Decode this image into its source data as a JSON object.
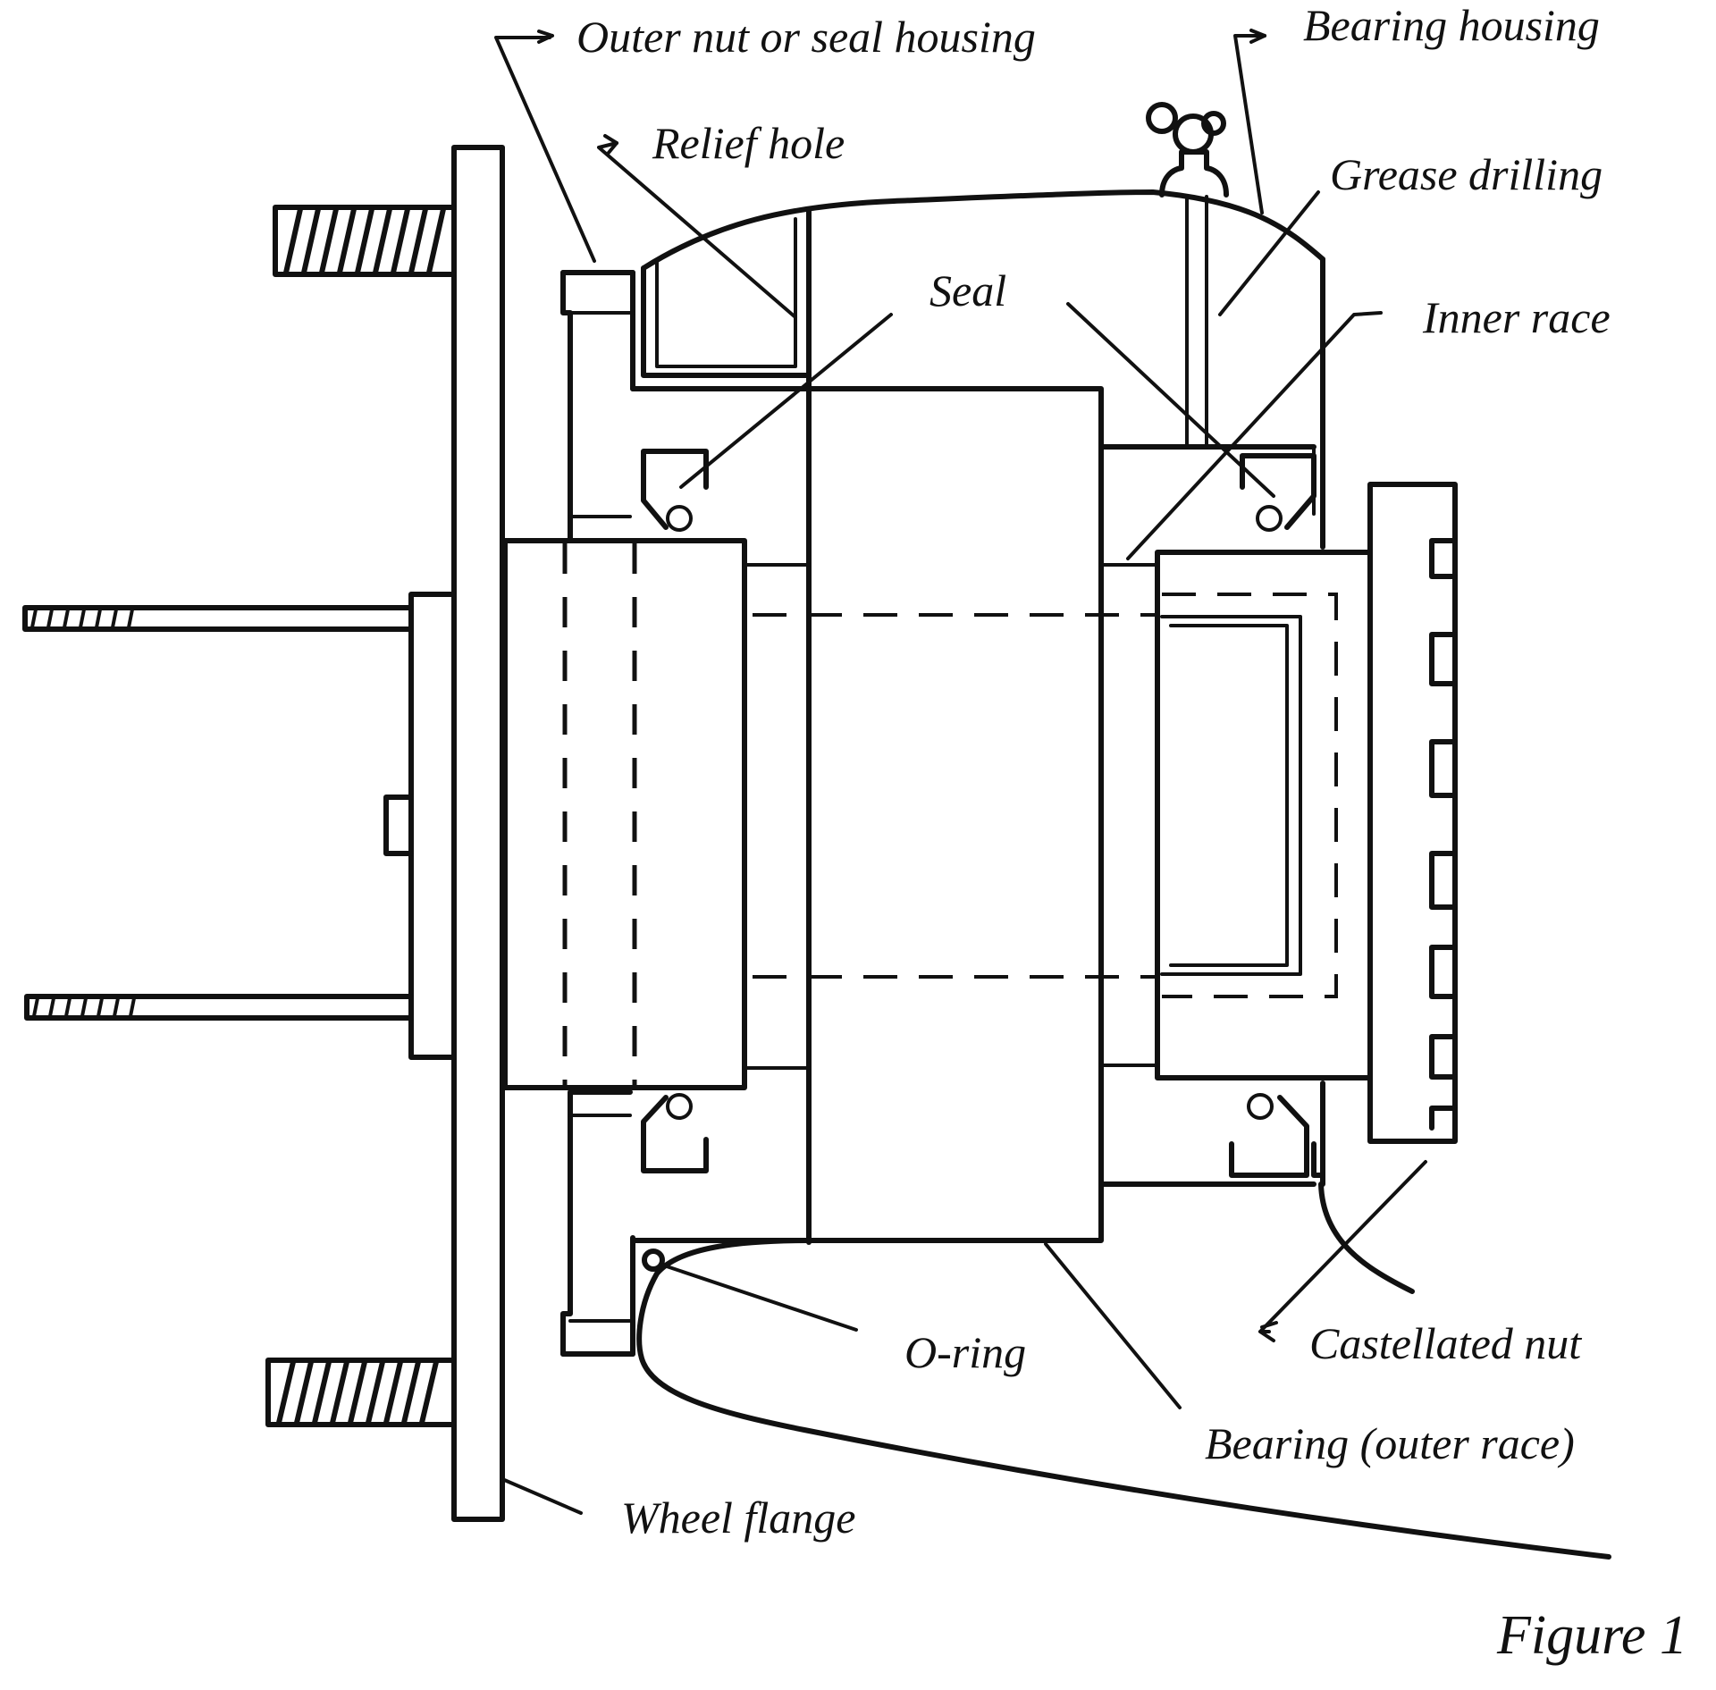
{
  "labels": {
    "outer_nut": "Outer nut or seal housing",
    "bearing_housing": "Bearing housing",
    "relief_hole": "Relief hole",
    "grease_drilling": "Grease drilling",
    "seal": "Seal",
    "inner_race": "Inner race",
    "o_ring": "O-ring",
    "castellated_nut": "Castellated nut",
    "bearing_outer_race": "Bearing (outer race)",
    "wheel_flange": "Wheel flange"
  },
  "figure_label": "Figure 1"
}
